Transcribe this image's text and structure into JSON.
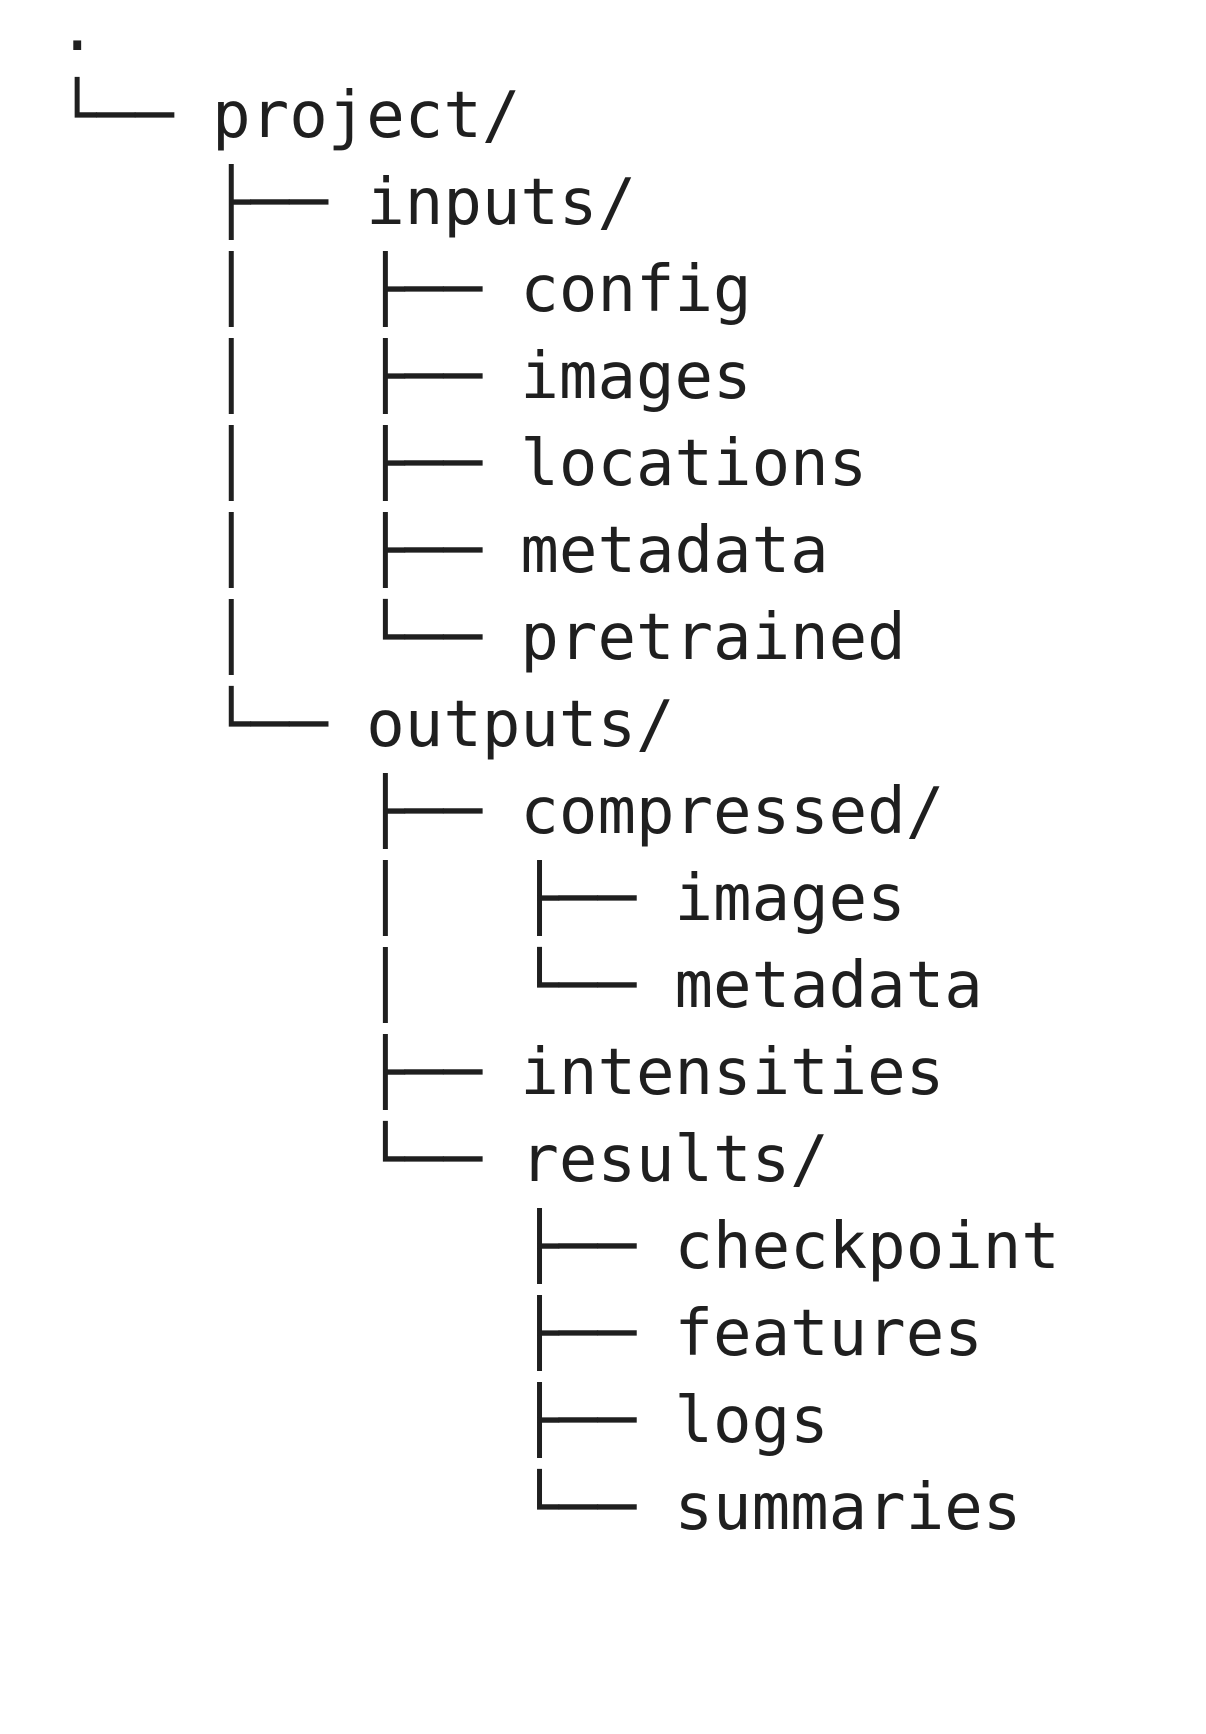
{
  "tree": {
    "root": ".",
    "lines": [
      {
        "prefix": "└── ",
        "name": "project/"
      },
      {
        "prefix": "    ├── ",
        "name": "inputs/"
      },
      {
        "prefix": "    │   ├── ",
        "name": "config"
      },
      {
        "prefix": "    │   ├── ",
        "name": "images"
      },
      {
        "prefix": "    │   ├── ",
        "name": "locations"
      },
      {
        "prefix": "    │   ├── ",
        "name": "metadata"
      },
      {
        "prefix": "    │   └── ",
        "name": "pretrained"
      },
      {
        "prefix": "    └── ",
        "name": "outputs/"
      },
      {
        "prefix": "        ├── ",
        "name": "compressed/"
      },
      {
        "prefix": "        │   ├── ",
        "name": "images"
      },
      {
        "prefix": "        │   └── ",
        "name": "metadata"
      },
      {
        "prefix": "        ├── ",
        "name": "intensities"
      },
      {
        "prefix": "        └── ",
        "name": "results/"
      },
      {
        "prefix": "            ├── ",
        "name": "checkpoint"
      },
      {
        "prefix": "            ├── ",
        "name": "features"
      },
      {
        "prefix": "            ├── ",
        "name": "logs"
      },
      {
        "prefix": "            └── ",
        "name": "summaries"
      }
    ]
  }
}
